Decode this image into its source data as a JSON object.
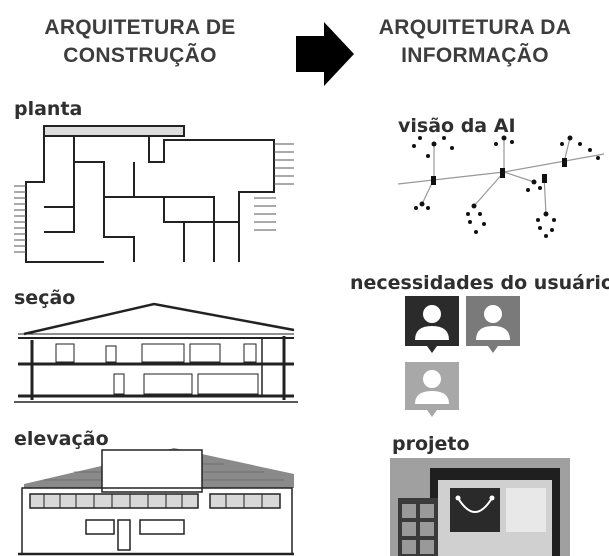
{
  "left_heading": {
    "line1": "ARQUITETURA DE",
    "line2": "CONSTRUÇÃO"
  },
  "right_heading": {
    "line1": "ARQUITETURA DA",
    "line2": "INFORMAÇÃO"
  },
  "left_items": [
    {
      "label": "planta"
    },
    {
      "label": "seção"
    },
    {
      "label": "elevação"
    }
  ],
  "right_items": [
    {
      "label": "visão da AI"
    },
    {
      "label": "necessidades do usuário"
    },
    {
      "label": "projeto"
    }
  ],
  "colors": {
    "arrow": "#000000",
    "text": "#3d3d3d",
    "dark_user": "#2b2b2b",
    "mid_user": "#7a7a7a",
    "light_user": "#a8a8a8"
  }
}
